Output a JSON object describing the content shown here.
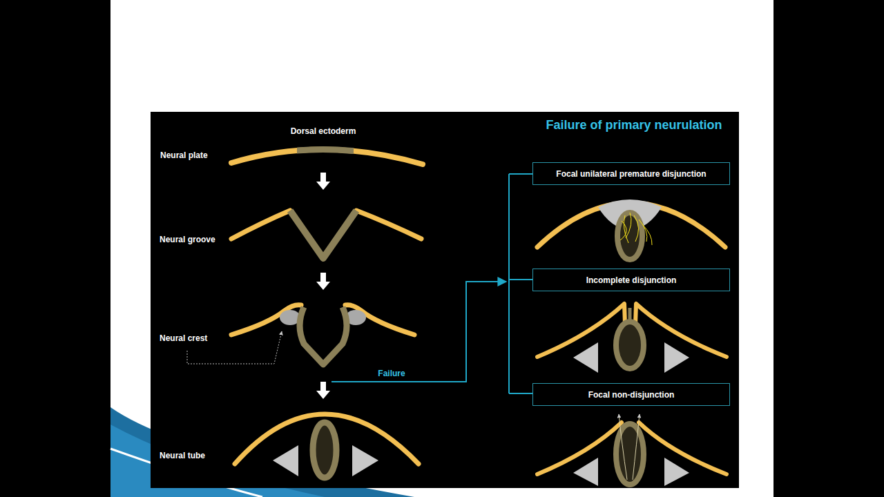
{
  "diagram": {
    "title": "Failure of primary neurulation",
    "nodes": [
      {
        "text": [
          "Focal unilateral premature disjunction"
        ]
      },
      {
        "text": [
          "Incomplete disjunction"
        ]
      },
      {
        "text": [
          "Focal non-disjunction"
        ]
      }
    ],
    "labels": [
      "Dorsal ectoderm",
      "Neural plate",
      "Neural groove",
      "Neural crest",
      "Failure",
      "Neural tube"
    ]
  }
}
